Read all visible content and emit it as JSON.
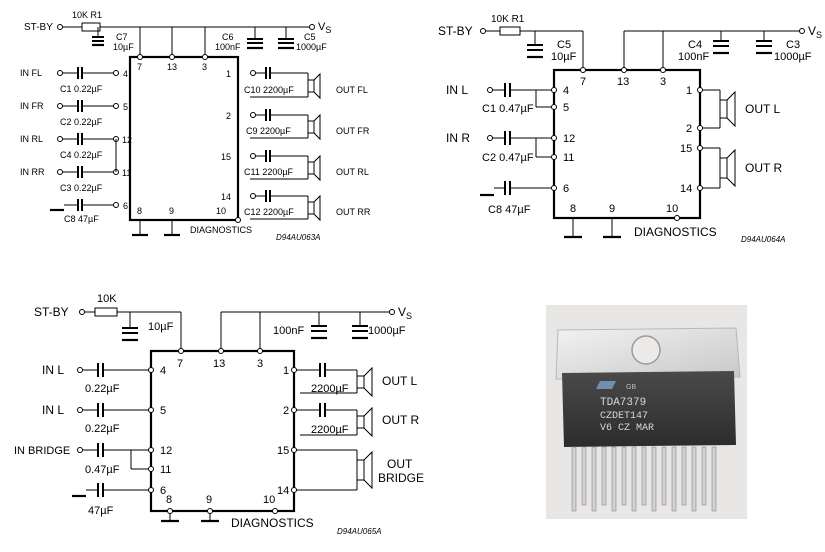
{
  "diagram1": {
    "labels": {
      "stby": "ST-BY",
      "r": "10K R1",
      "c7a": "C7",
      "c7b": "10µF",
      "c6a": "C6",
      "c6b": "100nF",
      "c5a": "C5",
      "c5b": "1000µF",
      "vs": "V",
      "p7": "7",
      "p13": "13",
      "p3": "3",
      "in1": "IN FL",
      "in2": "IN FR",
      "in3": "IN RL",
      "in4": "IN RR",
      "p4": "4",
      "p5": "5",
      "p12": "12",
      "p11": "11",
      "p6": "6",
      "c1": "C1 0.22µF",
      "c2": "C2 0.22µF",
      "c4": "C4 0.22µF",
      "c3": "C3 0.22µF",
      "c8": "C8 47µF",
      "p1": "1",
      "p2": "2",
      "p15": "15",
      "p14": "14",
      "c10": "C10 2200µF",
      "c9": "C9 2200µF",
      "c11": "C11 2200µF",
      "c12": "C12 2200µF",
      "out1": "OUT FL",
      "out2": "OUT FR",
      "out3": "OUT RL",
      "out4": "OUT RR",
      "p8": "8",
      "p9": "9",
      "p10": "10",
      "diag": "DIAGNOSTICS",
      "code": "D94AU063A"
    }
  },
  "diagram2": {
    "labels": {
      "stby": "ST-BY",
      "r": "10K R1",
      "c5a": "C5",
      "c5b": "10µF",
      "c4a": "C4",
      "c4b": "100nF",
      "c3a": "C3",
      "c3b": "1000µF",
      "vs": "V",
      "p7": "7",
      "p13": "13",
      "p3": "3",
      "inl": "IN L",
      "inr": "IN R",
      "c1": "C1 0.47µF",
      "c2": "C2 0.47µF",
      "c8": "C8 47µF",
      "p4": "4",
      "p5": "5",
      "p12": "12",
      "p11": "11",
      "p6": "6",
      "p1": "1",
      "p2": "2",
      "p15": "15",
      "p14": "14",
      "outl": "OUT L",
      "outr": "OUT R",
      "p8": "8",
      "p9": "9",
      "p10": "10",
      "diag": "DIAGNOSTICS",
      "code": "D94AU064A"
    }
  },
  "diagram3": {
    "labels": {
      "stby": "ST-BY",
      "r": "10K",
      "c10u": "10µF",
      "c100n": "100nF",
      "c1000u": "1000µF",
      "vs": "V",
      "p7": "7",
      "p13": "13",
      "p3": "3",
      "inl": "IN L",
      "inl2": "IN L",
      "inb": "IN BRIDGE",
      "c022a": "0.22µF",
      "c022b": "0.22µF",
      "c047": "0.47µF",
      "c47": "47µF",
      "p4": "4",
      "p5": "5",
      "p12": "12",
      "p11": "11",
      "p6": "6",
      "p1": "1",
      "p2": "2",
      "p15": "15",
      "p14": "14",
      "c2200a": "2200µF",
      "c2200b": "2200µF",
      "outl": "OUT L",
      "outr": "OUT R",
      "outb1": "OUT",
      "outb2": "BRIDGE",
      "p8": "8",
      "p9": "9",
      "p10": "10",
      "diag": "DIAGNOSTICS",
      "code": "D94AU065A"
    }
  },
  "vs_sub": "S",
  "photo": {
    "line1": "TDA7379",
    "line2": "CZDET147",
    "line3": "V6 CZ MAR",
    "badge": "GB"
  },
  "colors": {
    "ink": "#000000",
    "chip_body": "#3a3a3a",
    "chip_tab": "#d9d9d9",
    "pins": "#cfcfcf"
  }
}
